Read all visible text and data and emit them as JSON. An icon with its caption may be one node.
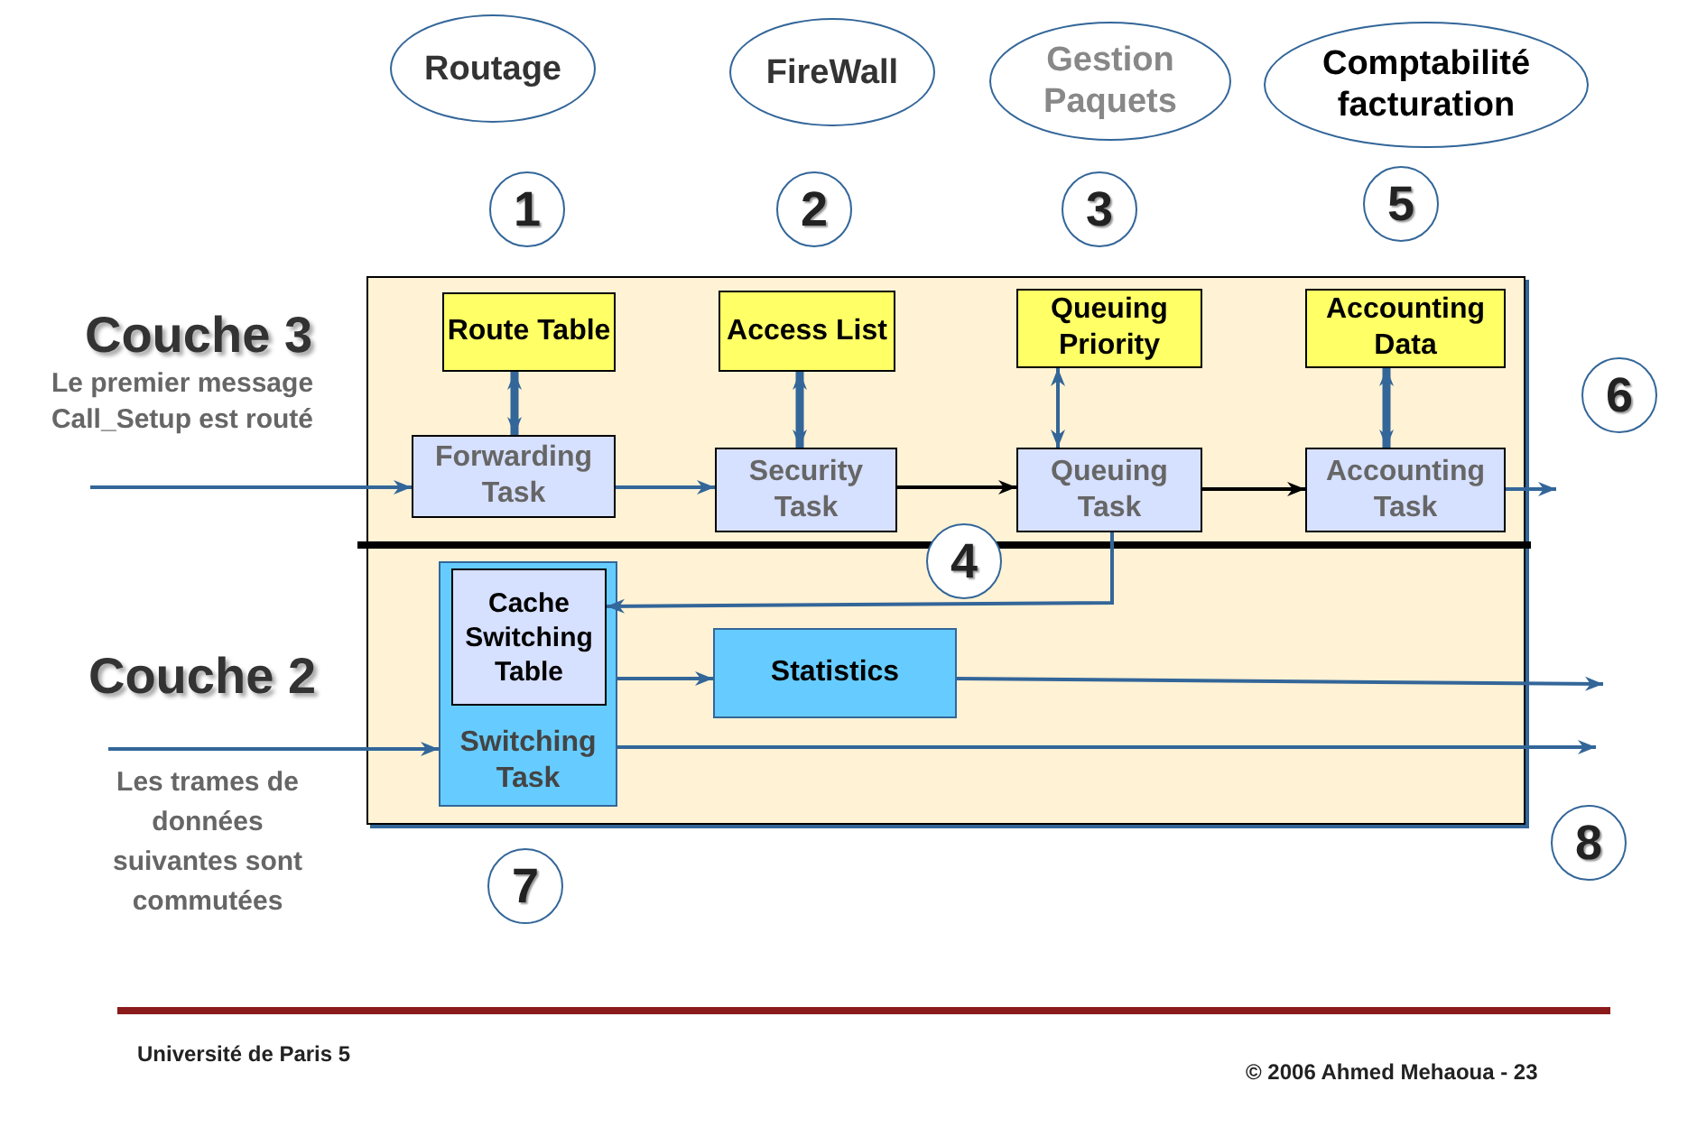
{
  "diagram": {
    "nodes": [
      {
        "text": [
          "Routage"
        ]
      },
      {
        "text": [
          "FireWall"
        ]
      },
      {
        "text": [
          "Gestion Paquets"
        ]
      },
      {
        "text": [
          "Comptabilité facturation"
        ]
      },
      {
        "text": [
          "1"
        ]
      },
      {
        "text": [
          "2"
        ]
      },
      {
        "text": [
          "3"
        ]
      },
      {
        "text": [
          "5"
        ]
      },
      {
        "text": [],
        "shape": "box"
      },
      {
        "text": [
          "Route Table"
        ],
        "in": 8
      },
      {
        "text": [
          "Access List"
        ],
        "in": 8
      },
      {
        "text": [
          "Queuing Priority"
        ],
        "in": 8
      },
      {
        "text": [
          "Accounting Data"
        ],
        "in": 8
      },
      {
        "text": [
          "Forwarding Task"
        ],
        "in": 8
      },
      {
        "text": [
          "Security Task"
        ],
        "in": 8
      },
      {
        "text": [
          "Queuing Task"
        ],
        "in": 8
      },
      {
        "text": [
          "Accounting Task"
        ],
        "in": 8
      },
      {
        "text": [
          "Switching Task"
        ],
        "in": 8
      },
      {
        "text": [
          "Cache Switching Table"
        ],
        "in": 17
      },
      {
        "text": [
          "Statistics"
        ],
        "in": 8
      },
      {
        "text": [
          "6"
        ]
      },
      {
        "text": [
          "4"
        ],
        "in": 8
      },
      {
        "text": [
          "8"
        ]
      },
      {
        "text": [
          "7"
        ]
      }
    ],
    "edges": [
      {
        "from": null,
        "to": 13,
        "arrow": "to"
      },
      {
        "from": 9,
        "to": 13,
        "arrow": "both",
        "style": "thick"
      },
      {
        "from": 10,
        "to": 14,
        "arrow": "both",
        "style": "thick"
      },
      {
        "from": 11,
        "to": 15,
        "arrow": "both"
      },
      {
        "from": 12,
        "to": 16,
        "arrow": "both",
        "style": "thick"
      },
      {
        "from": 13,
        "to": 14,
        "arrow": "to"
      },
      {
        "from": 14,
        "to": 15,
        "arrow": "to",
        "color": "#000000"
      },
      {
        "from": 15,
        "to": 16,
        "arrow": "to",
        "color": "#000000"
      },
      {
        "from": 16,
        "to": null,
        "arrow": "to"
      },
      {
        "from": 15,
        "to": 18,
        "arrow": "to"
      },
      {
        "from": 17,
        "to": 19,
        "arrow": "to"
      },
      {
        "from": 19,
        "to": null,
        "arrow": "to"
      },
      {
        "from": null,
        "to": 17,
        "arrow": "to"
      },
      {
        "from": 17,
        "to": null,
        "arrow": "to"
      }
    ],
    "labels": [
      "Couche 3",
      "Le premier message Call_Setup est routé",
      "Couche 2",
      "Les trames de données suivantes sont commutées",
      "Université de Paris 5",
      "© 2006 Ahmed Mehaoua - 23"
    ]
  }
}
